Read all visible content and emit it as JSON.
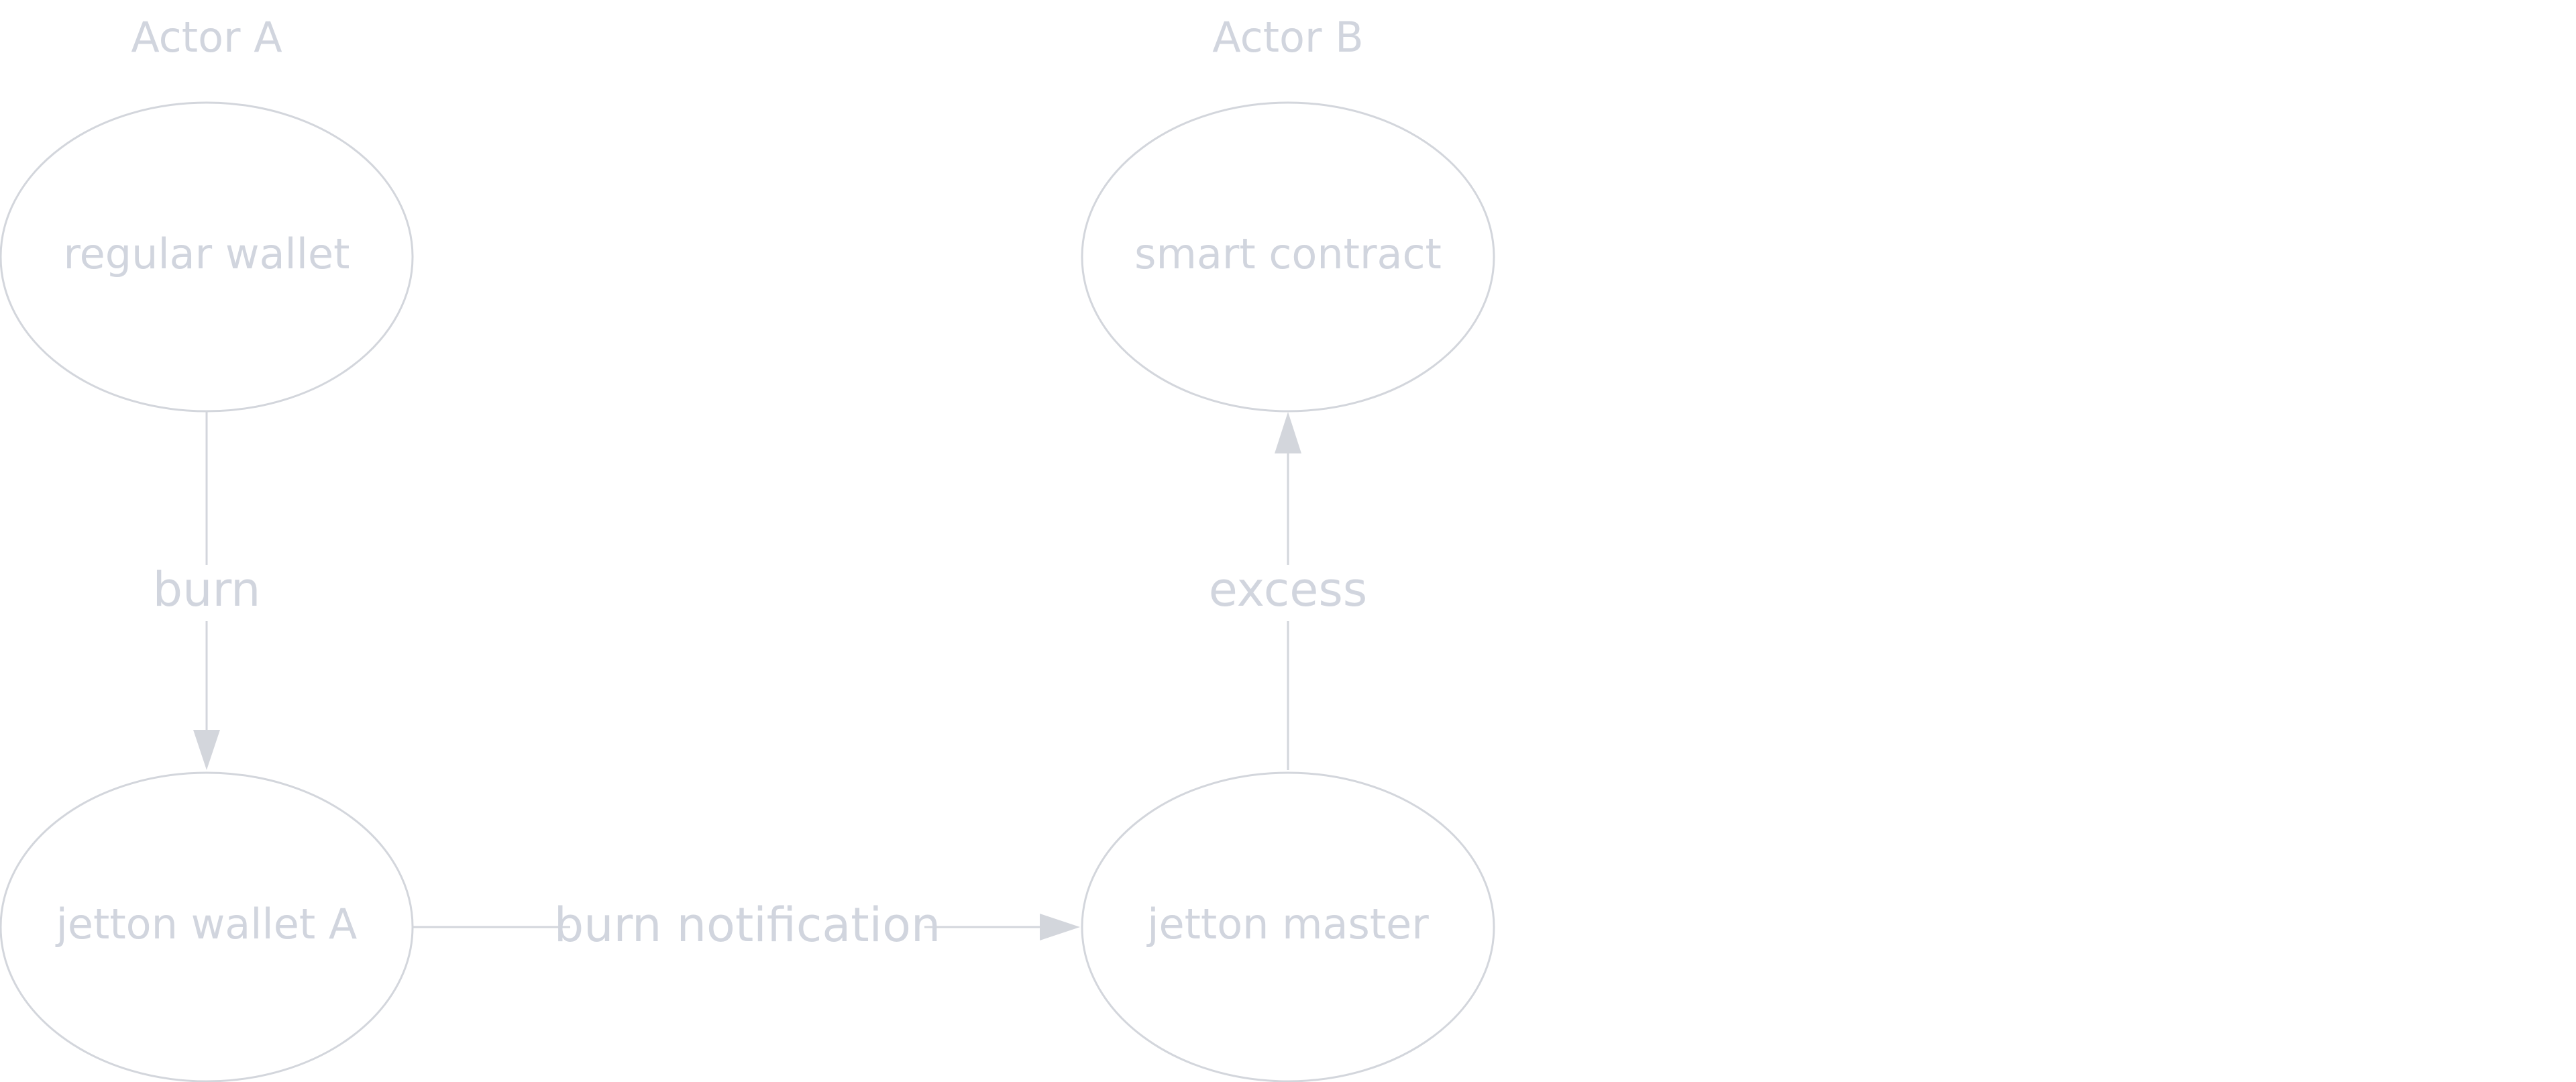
{
  "colors": {
    "stroke": "#d3d6dc",
    "text": "#d1d5de",
    "background": "#ffffff"
  },
  "actors": [
    {
      "id": "actor_a",
      "label": "Actor A"
    },
    {
      "id": "actor_b",
      "label": "Actor B"
    }
  ],
  "nodes": [
    {
      "id": "regular_wallet",
      "label": "regular wallet",
      "actor": "actor_a"
    },
    {
      "id": "smart_contract",
      "label": "smart contract",
      "actor": "actor_b"
    },
    {
      "id": "jetton_wallet_a",
      "label": "jetton wallet A",
      "actor": "actor_a"
    },
    {
      "id": "jetton_master",
      "label": "jetton master",
      "actor": "actor_b"
    }
  ],
  "edges": [
    {
      "from": "regular_wallet",
      "to": "jetton_wallet_a",
      "label": "burn"
    },
    {
      "from": "jetton_wallet_a",
      "to": "jetton_master",
      "label": "burn notification"
    },
    {
      "from": "jetton_master",
      "to": "smart_contract",
      "label": "excess"
    }
  ]
}
